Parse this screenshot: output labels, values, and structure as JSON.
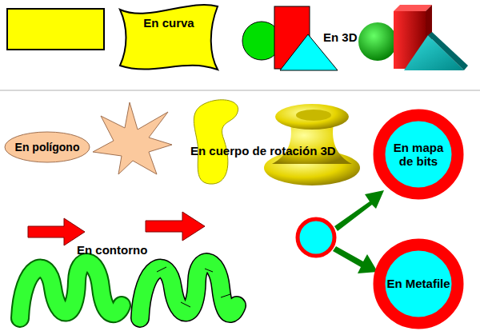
{
  "diagram": {
    "nodes": [
      {
        "text": [
          "En curva"
        ]
      },
      {
        "text": [
          "En polígono"
        ]
      },
      {
        "text": [
          "En mapa de bits"
        ]
      },
      {
        "text": [
          "En Metafile"
        ]
      }
    ],
    "labels": [
      "En 3D",
      "En cuerpo de rotación 3D",
      "En contorno"
    ]
  }
}
